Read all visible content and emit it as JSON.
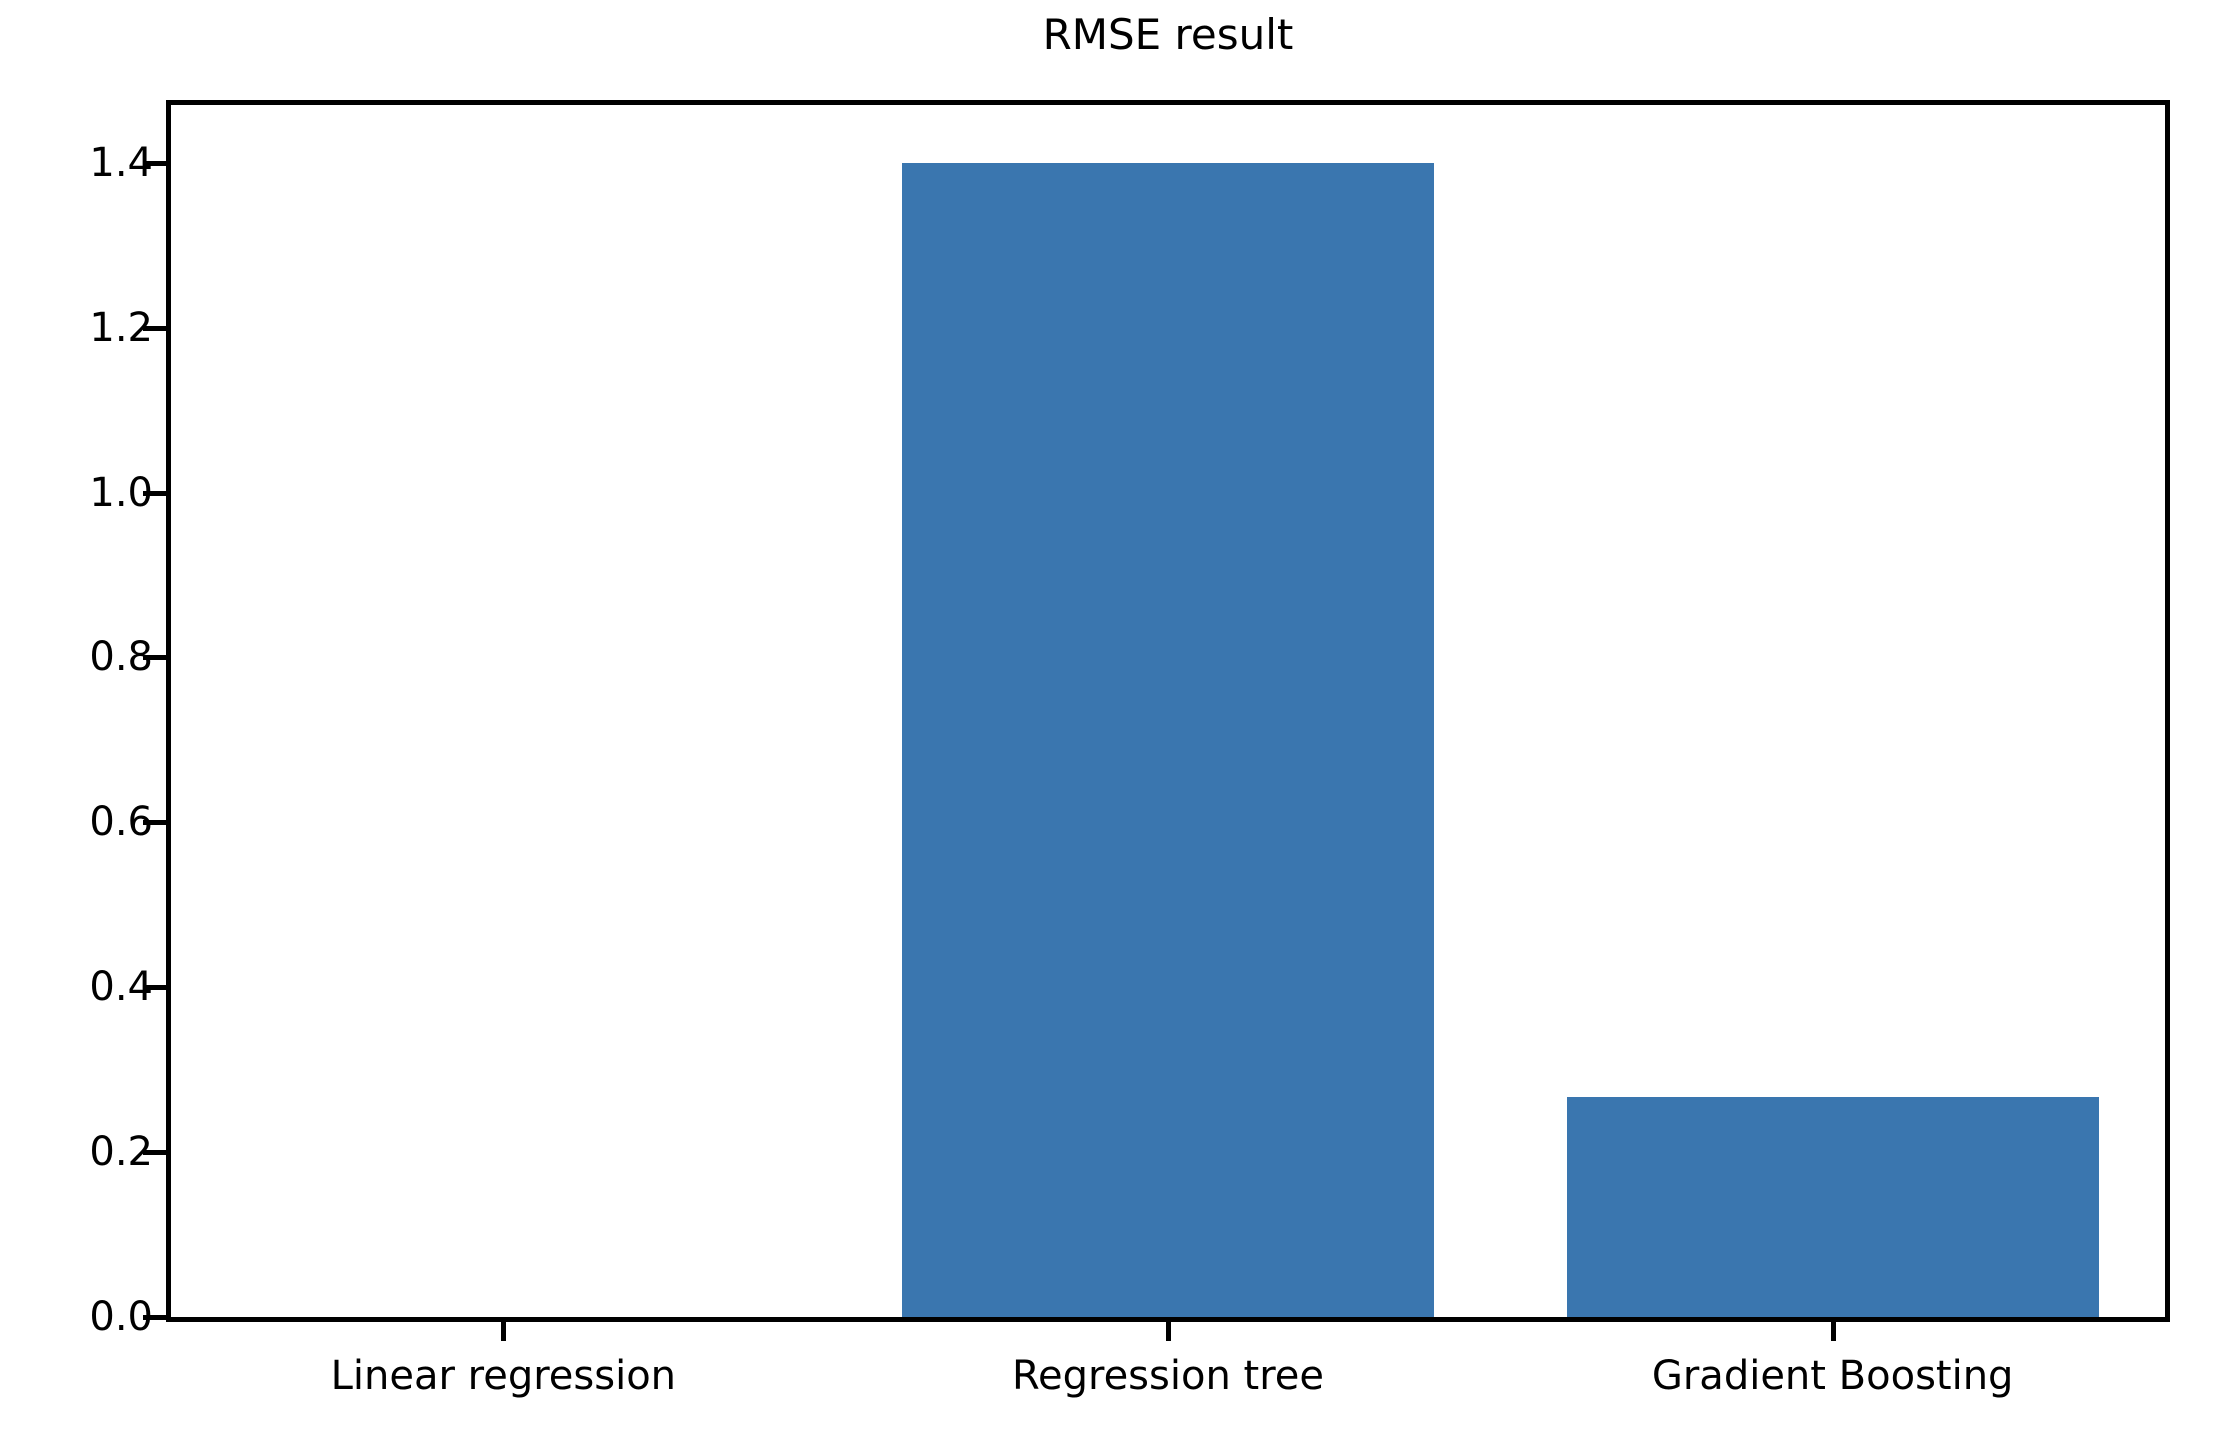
{
  "chart_data": {
    "type": "bar",
    "title": "RMSE result",
    "xlabel": "",
    "ylabel": "",
    "categories": [
      "Linear regression",
      "Regression tree",
      "Gradient Boosting"
    ],
    "values": [
      0.0,
      1.4,
      0.267
    ],
    "ylim": [
      0.0,
      1.47
    ],
    "ytick_labels": [
      "0.0",
      "0.2",
      "0.4",
      "0.6",
      "0.8",
      "1.0",
      "1.2",
      "1.4"
    ],
    "ytick_values": [
      0.0,
      0.2,
      0.4,
      0.6,
      0.8,
      1.0,
      1.2,
      1.4
    ],
    "grid": false,
    "legend": "none",
    "bar_color": "#3a76af",
    "axis_color": "#000000",
    "background": "#ffffff"
  }
}
